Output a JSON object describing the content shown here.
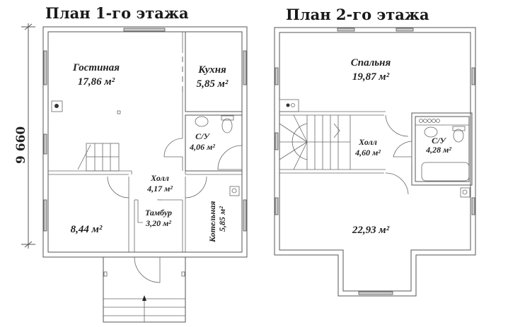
{
  "floor1": {
    "title": "План 1-го этажа",
    "dimension": "9 660",
    "rooms": {
      "living": {
        "name": "Гостиная",
        "area": "17,86 м²"
      },
      "kitchen": {
        "name": "Кухня",
        "area": "5,85 м²"
      },
      "bathroom": {
        "name": "С/У",
        "area": "4,06 м²"
      },
      "hall": {
        "name": "Холл",
        "area": "4,17 м²"
      },
      "room": {
        "area": "8,44 м²"
      },
      "vestibule": {
        "name": "Тамбур",
        "area": "3,20 м²"
      },
      "boiler": {
        "name": "Котельная",
        "area": "5,85 м²"
      }
    }
  },
  "floor2": {
    "title": "План 2-го этажа",
    "rooms": {
      "bedroom": {
        "name": "Спальня",
        "area": "19,87 м²"
      },
      "hall": {
        "name": "Холл",
        "area": "4,60 м²"
      },
      "bathroom": {
        "name": "С/У",
        "area": "4,28 м²"
      },
      "room": {
        "area": "22,93 м²"
      }
    }
  }
}
